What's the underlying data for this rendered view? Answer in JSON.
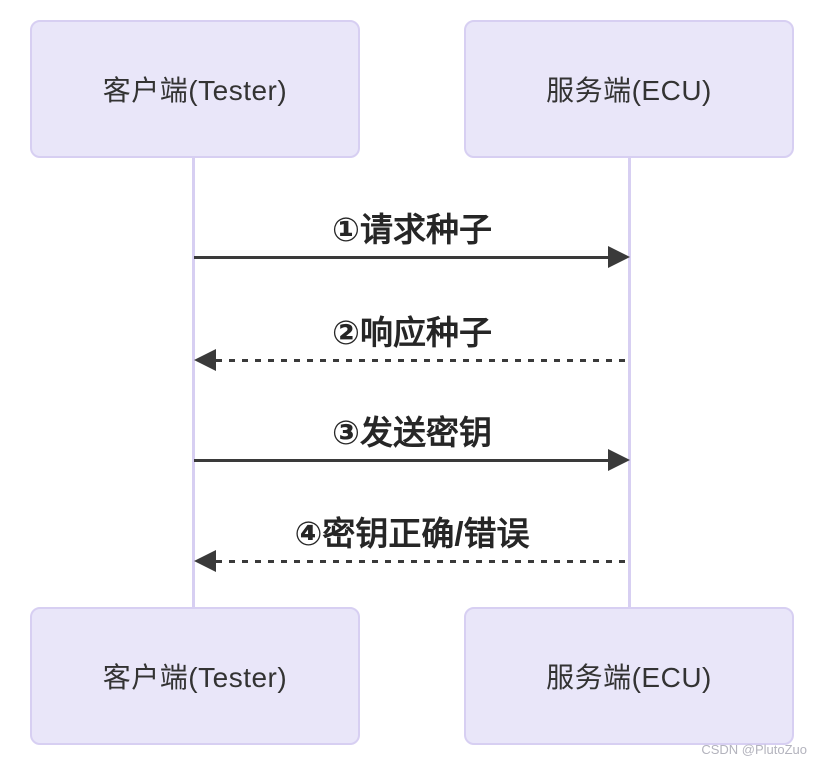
{
  "diagram_type": "sequence-diagram",
  "actors": [
    {
      "id": "tester",
      "label": "客户端(Tester)"
    },
    {
      "id": "ecu",
      "label": "服务端(ECU)"
    }
  ],
  "messages": [
    {
      "label": "①请求种子",
      "from": "tester",
      "to": "ecu",
      "line": "solid"
    },
    {
      "label": "②响应种子",
      "from": "ecu",
      "to": "tester",
      "line": "dashed"
    },
    {
      "label": "③发送密钥",
      "from": "tester",
      "to": "ecu",
      "line": "solid"
    },
    {
      "label": "④密钥正确/错误",
      "from": "ecu",
      "to": "tester",
      "line": "dashed"
    }
  ],
  "watermark": {
    "text": "CSDN @PlutoZuo"
  },
  "colors": {
    "background": "#ffffff",
    "actor_fill": "#e9e6f9",
    "actor_border": "#d7cff2",
    "lifeline": "#d7cff2",
    "arrow": "#3a3a3a",
    "message_text": "#262626",
    "actor_text": "#333333",
    "watermark_text": "#b3b3bd"
  }
}
